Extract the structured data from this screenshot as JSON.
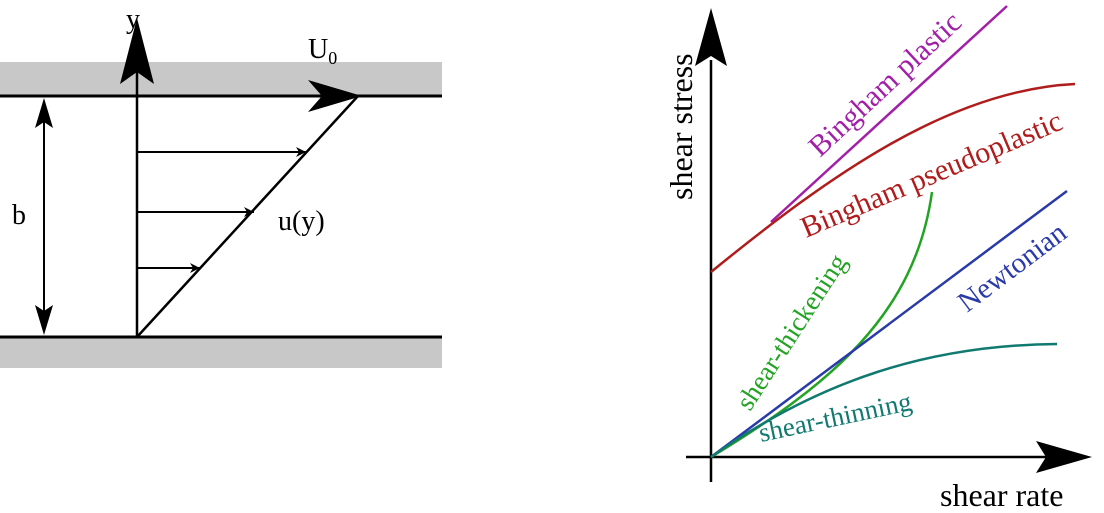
{
  "couette": {
    "y_label": "y",
    "top_velocity_label": "U",
    "top_velocity_subscript": "0",
    "gap_label": "b",
    "profile_label": "u(y)"
  },
  "rheology": {
    "y_axis_label": "shear stress",
    "x_axis_label": "shear rate",
    "curves": [
      {
        "key": "bingham_plastic",
        "label": "Bingham plastic",
        "color": "#a21fa8"
      },
      {
        "key": "bingham_pseudoplastic",
        "label": "Bingham pseudoplastic",
        "color": "#b01c1c"
      },
      {
        "key": "shear_thickening",
        "label": "shear-thickening",
        "color": "#23a323"
      },
      {
        "key": "newtonian",
        "label": "Newtonian",
        "color": "#2a3ba8"
      },
      {
        "key": "shear_thinning",
        "label": "shear-thinning",
        "color": "#117a70"
      }
    ]
  }
}
